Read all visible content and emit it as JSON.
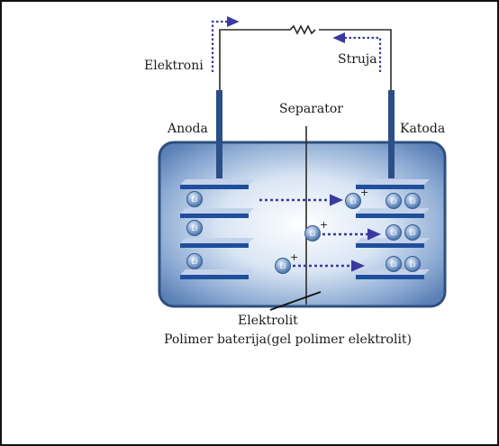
{
  "labels": {
    "electrons": "Elektroni",
    "current": "Struja",
    "anode": "Anoda",
    "separator": "Separator",
    "cathode": "Katoda",
    "electrolyte": "Elektrolit",
    "caption": "Polimer baterija(gel polimer elektrolit)"
  },
  "ion_symbol": "Li",
  "ion_charge": "+",
  "colors": {
    "case_edge": "#2e4f80",
    "case_glow": "#f2f6fc",
    "plate_top": "#c4d3ea",
    "plate_front": "#1f4e9c",
    "ion_fill": "#6f94c6",
    "arrow": "#3a3aa0",
    "wire": "#2b2b2b",
    "lead": "#2b4f86"
  }
}
